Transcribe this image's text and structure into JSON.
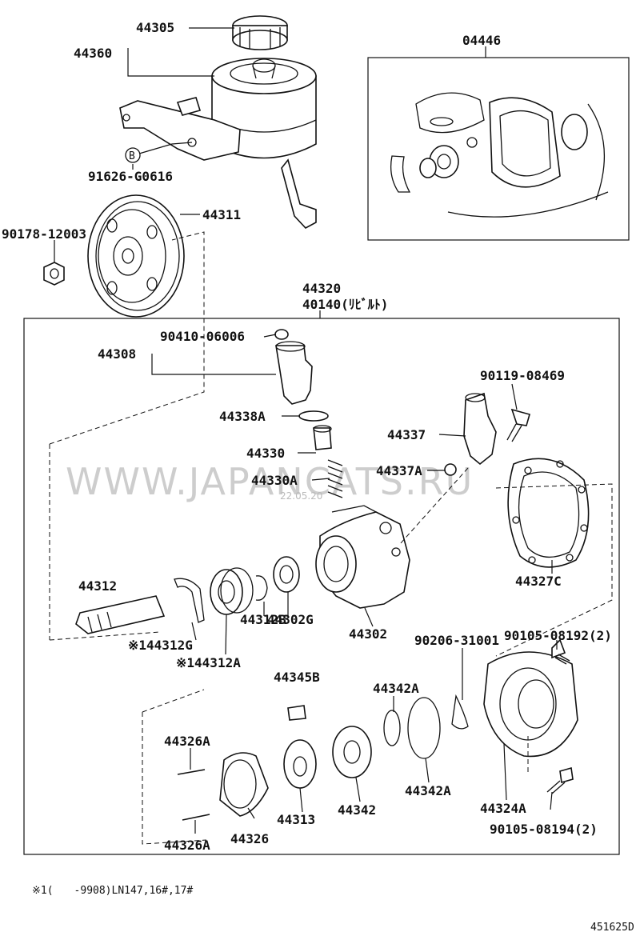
{
  "diagram": {
    "catalog_code": "451625D",
    "footnote": "※1(　　-9908)LN147,16#,17#",
    "watermark": "WWW.JAPANCATS.RU",
    "watermark_date": "22.05.20",
    "assembly": {
      "number_1": "44320",
      "number_2": "40140(ﾘﾋﾞﾙﾄ)"
    },
    "labels": {
      "p44305": "44305",
      "p44360": "44360",
      "p04446": "04446",
      "p91626": "91626-G0616",
      "pB": "B",
      "p44311": "44311",
      "p90178": "90178-12003",
      "p90410": "90410-06006",
      "p44308": "44308",
      "p90119": "90119-08469",
      "p44338A": "44338A",
      "p44337": "44337",
      "p44330": "44330",
      "p44337A": "44337A",
      "p44330A": "44330A",
      "p44312": "44312",
      "p44327C": "44327C",
      "p44302G": "44302G",
      "p44312G": "※144312G",
      "p44312B": "44312B",
      "p44302": "44302",
      "p90105a": "90105-08192(2)",
      "p44312A": "※144312A",
      "p90206": "90206-31001",
      "p44345B": "44345B",
      "p44342A1": "44342A",
      "p44326A1": "44326A",
      "p44342A2": "44342A",
      "p44313": "44313",
      "p44342": "44342",
      "p44324A": "44324A",
      "p44326": "44326",
      "p44326A2": "44326A",
      "p90105b": "90105-08194(2)"
    }
  }
}
